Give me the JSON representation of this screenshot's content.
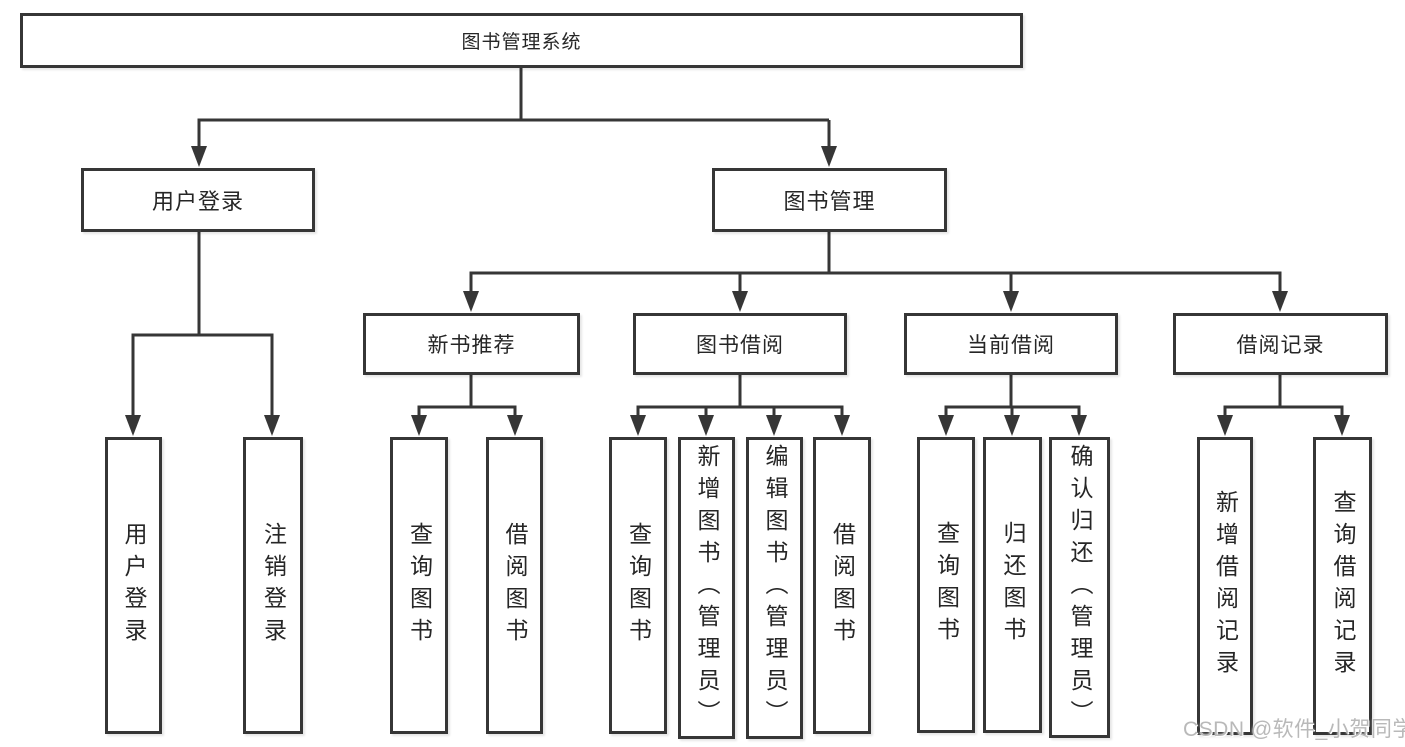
{
  "diagram": {
    "root": "图书管理系统",
    "level2": {
      "user_login": "用户登录",
      "book_mgmt": "图书管理"
    },
    "level3": {
      "new_book_rec": "新书推荐",
      "book_borrowing": "图书借阅",
      "current_borrowing": "当前借阅",
      "borrowing_records": "借阅记录"
    },
    "leaves": {
      "user_login_leaf": "用户登录",
      "logout": "注销登录",
      "nbr_query": "查询图书",
      "nbr_borrow": "借阅图书",
      "bb_query": "查询图书",
      "bb_add": "新增图书（管理员）",
      "bb_edit": "编辑图书（管理员）",
      "bb_borrow": "借阅图书",
      "cb_query": "查询图书",
      "cb_return": "归还图书",
      "cb_confirm": "确认归还（管理员）",
      "br_add": "新增借阅记录",
      "br_query": "查询借阅记录"
    }
  },
  "watermark": "CSDN @软件_小贺同学",
  "colors": {
    "line": "#363636",
    "text": "#262626",
    "watermark_gray": "#b9b9b9",
    "background": "#ffffff"
  }
}
